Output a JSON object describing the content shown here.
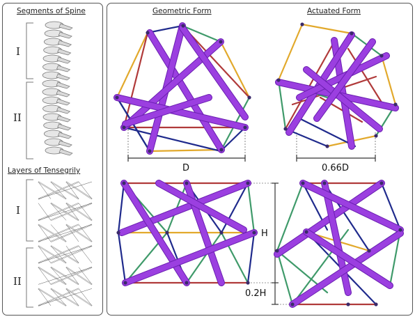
{
  "left_panel": {
    "spine_title": "Segments of Spine",
    "tensegrity_title": "Layers of Tensegrily",
    "segment_labels": [
      "I",
      "II"
    ],
    "layer_labels": [
      "I",
      "II"
    ]
  },
  "right_panel": {
    "geometric_title": "Geometric Form",
    "actuated_title": "Actuated Form",
    "dim_geometric_width": "D",
    "dim_actuated_width": "0.66D",
    "dim_height": "H",
    "dim_offset": "0.2H"
  },
  "colors": {
    "strut": "#9b3fe0",
    "cable_blue": "#1f2a8c",
    "cable_green": "#3f9a6a",
    "cable_yellow": "#e2a92c",
    "cable_red": "#b03a3a",
    "panel_border": "#555555"
  }
}
